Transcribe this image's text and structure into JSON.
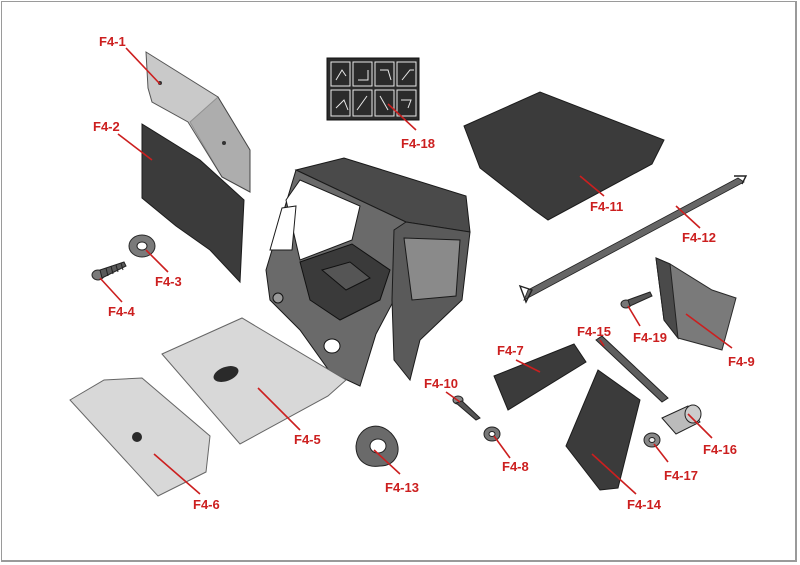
{
  "diagram": {
    "parts": [
      {
        "id": "f4-1",
        "label": "F4-1"
      },
      {
        "id": "f4-2",
        "label": "F4-2"
      },
      {
        "id": "f4-3",
        "label": "F4-3"
      },
      {
        "id": "f4-4",
        "label": "F4-4"
      },
      {
        "id": "f4-5",
        "label": "F4-5"
      },
      {
        "id": "f4-6",
        "label": "F4-6"
      },
      {
        "id": "f4-7",
        "label": "F4-7"
      },
      {
        "id": "f4-8",
        "label": "F4-8"
      },
      {
        "id": "f4-9",
        "label": "F4-9"
      },
      {
        "id": "f4-10",
        "label": "F4-10"
      },
      {
        "id": "f4-11",
        "label": "F4-11"
      },
      {
        "id": "f4-12",
        "label": "F4-12"
      },
      {
        "id": "f4-13",
        "label": "F4-13"
      },
      {
        "id": "f4-14",
        "label": "F4-14"
      },
      {
        "id": "f4-15",
        "label": "F4-15"
      },
      {
        "id": "f4-16",
        "label": "F4-16"
      },
      {
        "id": "f4-17",
        "label": "F4-17"
      },
      {
        "id": "f4-18",
        "label": "F4-18"
      },
      {
        "id": "f4-19",
        "label": "F4-19"
      }
    ]
  },
  "colors": {
    "label": "#cc1f1f",
    "part_dark": "#3b3b3b",
    "part_light": "#c9c9c9",
    "background": "#ffffff"
  }
}
